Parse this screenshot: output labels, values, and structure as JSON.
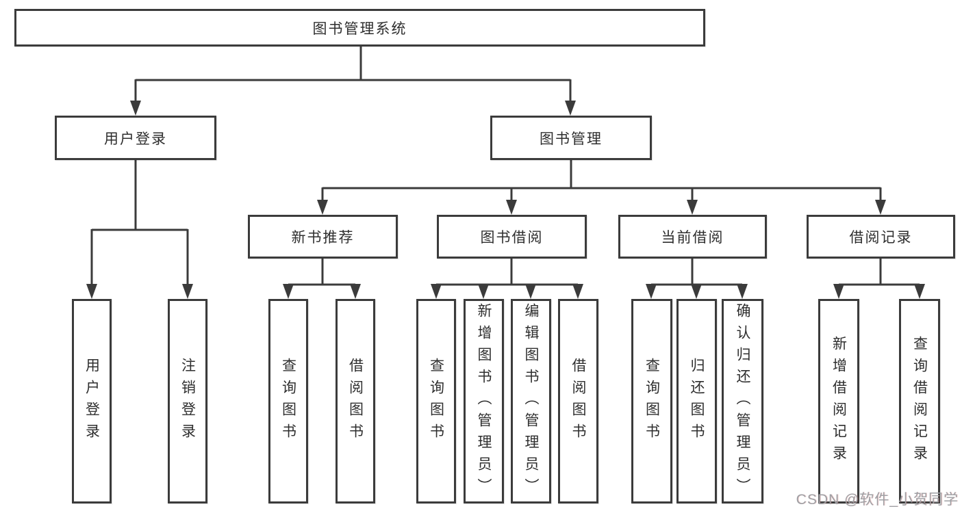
{
  "diagram": {
    "root": "图书管理系统",
    "user_login": {
      "label": "用户登录",
      "children": {
        "login": "用户登录",
        "logout": "注销登录"
      }
    },
    "book_management": {
      "label": "图书管理",
      "new_book_recommend": {
        "label": "新书推荐",
        "children": {
          "query_books": "查询图书",
          "borrow_books": "借阅图书"
        }
      },
      "book_borrow": {
        "label": "图书借阅",
        "children": {
          "query_books": "查询图书",
          "add_books_admin": "新增图书（管理员）",
          "edit_books_admin": "编辑图书（管理员）",
          "borrow_books": "借阅图书"
        }
      },
      "current_borrow": {
        "label": "当前借阅",
        "children": {
          "query_books": "查询图书",
          "return_books": "归还图书",
          "confirm_return_admin": "确认归还（管理员）"
        }
      },
      "borrow_records": {
        "label": "借阅记录",
        "children": {
          "add_record": "新增借阅记录",
          "query_record": "查询借阅记录"
        }
      }
    }
  },
  "watermark": "CSDN @软件_小贺同学",
  "colors": {
    "line": "#3b3b3b",
    "text": "#2e2e2e",
    "watermark": "#9fa0a4",
    "background": "#ffffff"
  }
}
